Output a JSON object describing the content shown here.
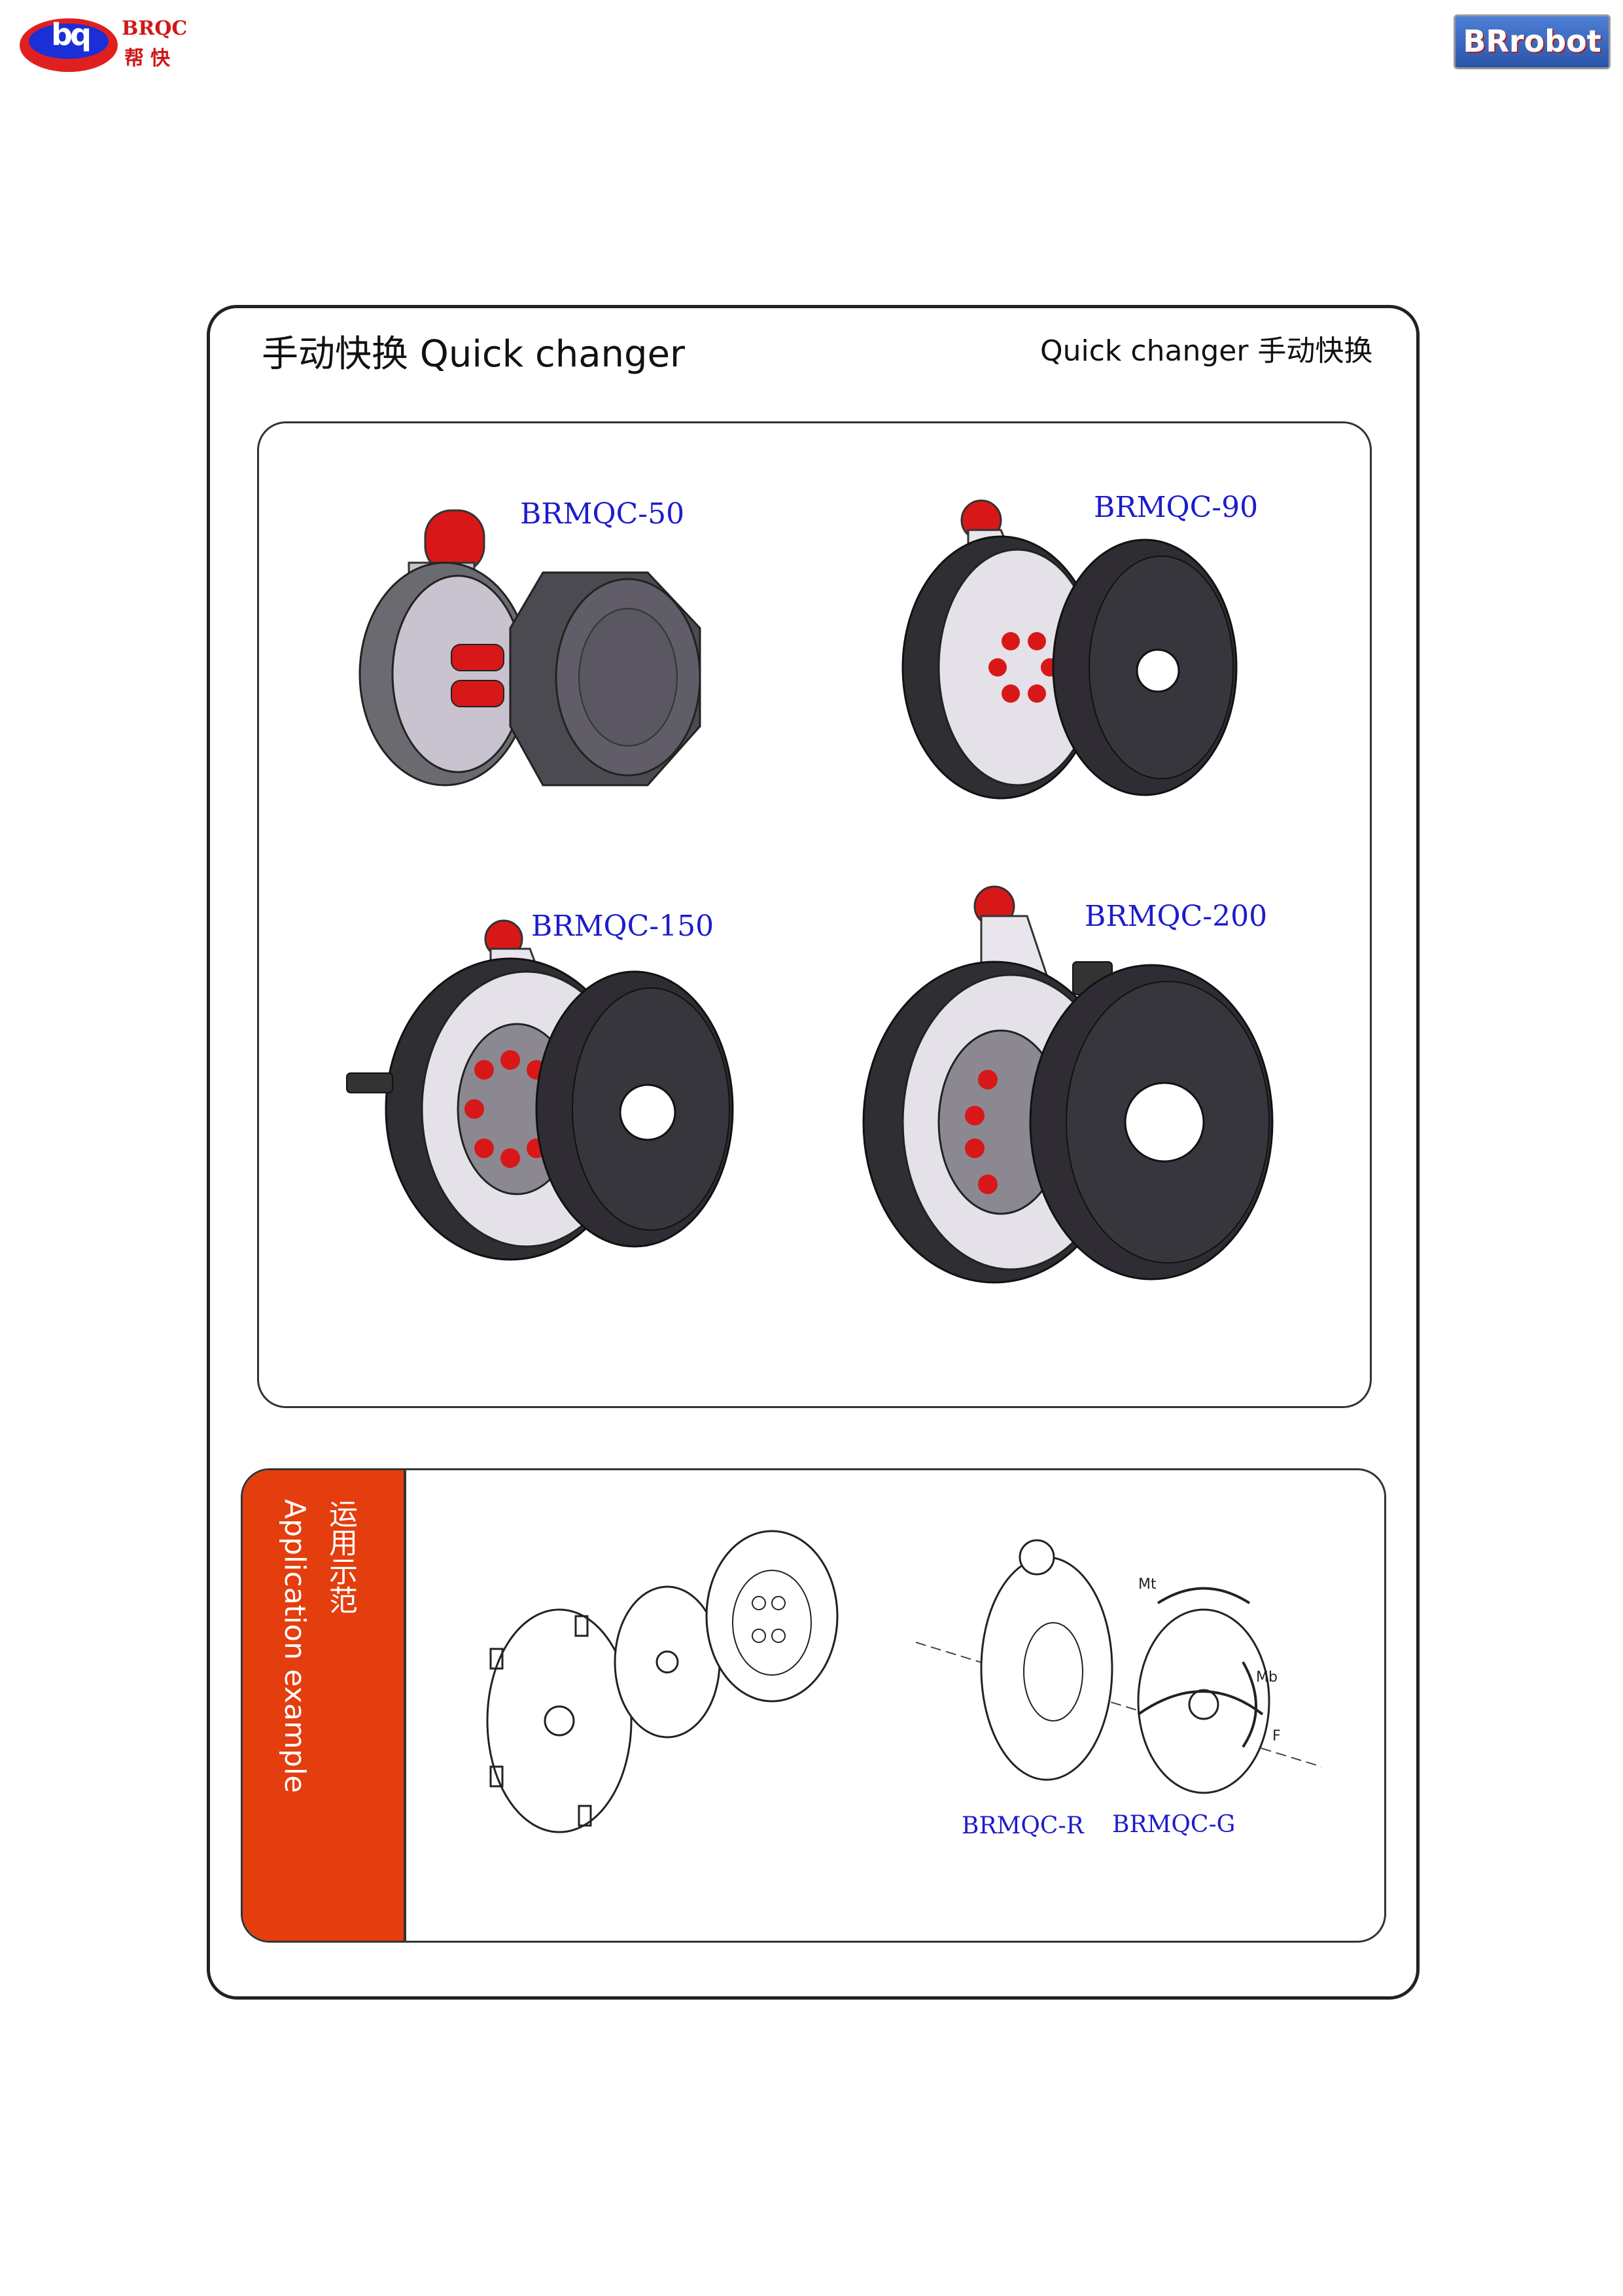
{
  "header": {
    "left_logo": {
      "mark": "bq",
      "brand": "BRQC",
      "cn": "帮快"
    },
    "right_logo": {
      "text": "BRrobot"
    }
  },
  "section": {
    "title_left": "手动快换  Quick changer",
    "title_right": "Quick changer  手动快换"
  },
  "products": [
    {
      "label": "BRMQC-50"
    },
    {
      "label": "BRMQC-90"
    },
    {
      "label": "BRMQC-150"
    },
    {
      "label": "BRMQC-200"
    }
  ],
  "application": {
    "band_cn": "运用示范",
    "band_en": "Application example",
    "labels": {
      "robot_side": "BRMQC-R",
      "tool_side": "BRMQC-G"
    },
    "force_labels": {
      "mt": "Mt",
      "mb": "Mb",
      "f": "F"
    }
  },
  "colors": {
    "accent_band": "#e43d0e",
    "label_blue": "#1c1ccc",
    "lock_red": "#d81818"
  }
}
